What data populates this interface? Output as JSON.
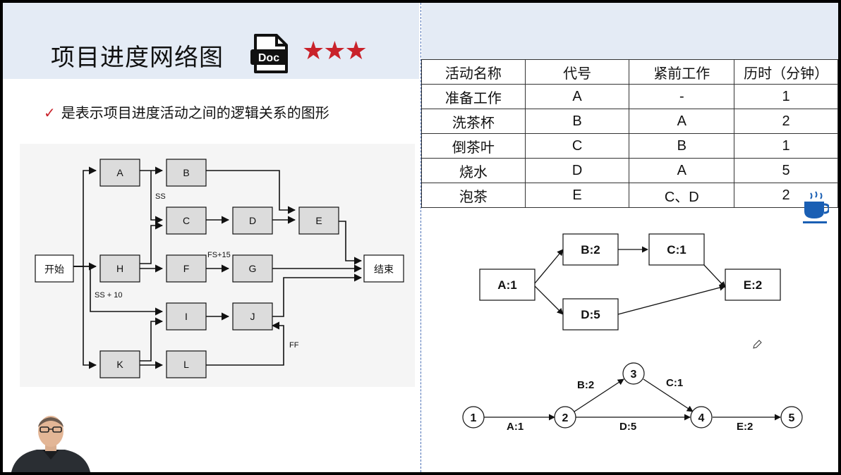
{
  "slide": {
    "title": "项目进度网络图",
    "doc_badge": "Doc",
    "stars": "★★★",
    "bullet": "是表示项目进度活动之间的逻辑关系的图形"
  },
  "network_diagram": {
    "start": "开始",
    "end": "结束",
    "nodes": [
      "A",
      "B",
      "C",
      "D",
      "E",
      "H",
      "F",
      "G",
      "I",
      "J",
      "K",
      "L"
    ],
    "labels": {
      "ss": "SS",
      "fs15": "FS+15",
      "ss10": "SS + 10",
      "ff": "FF"
    }
  },
  "table": {
    "headers": [
      "活动名称",
      "代号",
      "紧前工作",
      "历时（分钟）"
    ],
    "rows": [
      [
        "准备工作",
        "A",
        "-",
        "1"
      ],
      [
        "洗茶杯",
        "B",
        "A",
        "2"
      ],
      [
        "倒茶叶",
        "C",
        "B",
        "1"
      ],
      [
        "烧水",
        "D",
        "A",
        "5"
      ],
      [
        "泡茶",
        "E",
        "C、D",
        "2"
      ]
    ]
  },
  "aon_diagram": {
    "nodes": [
      "A:1",
      "B:2",
      "C:1",
      "D:5",
      "E:2"
    ]
  },
  "aoa_diagram": {
    "events": [
      "1",
      "2",
      "3",
      "4",
      "5"
    ],
    "activities": {
      "a": "A:1",
      "b": "B:2",
      "c": "C:1",
      "d": "D:5",
      "e": "E:2"
    }
  },
  "colors": {
    "header_bg": "#e4ebf5",
    "star": "#c9222a",
    "node_fill": "#dcdcdc"
  }
}
